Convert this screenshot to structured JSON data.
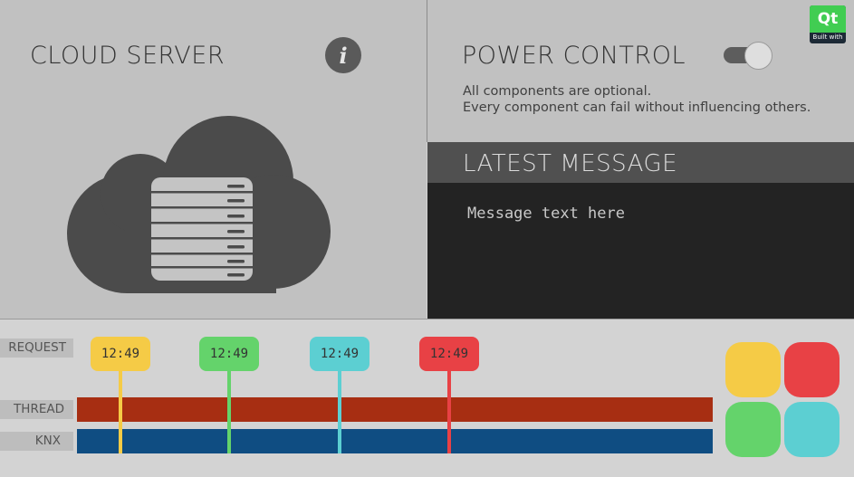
{
  "left_panel": {
    "title": "CLOUD SERVER",
    "info_label": "i"
  },
  "right_panel": {
    "title": "POWER CONTROL",
    "toggle_state": "on",
    "description_line1": "All components are optional.",
    "description_line2": "Every component can fail without influencing others."
  },
  "qt_badge": {
    "logo": "Qt",
    "subtitle": "Built with"
  },
  "latest_message": {
    "title": "LATEST MESSAGE",
    "text": "Message text here"
  },
  "timeline": {
    "row_labels": {
      "request": "REQUEST",
      "thread": "THREAD",
      "knx": "KNX"
    },
    "markers": [
      {
        "time": "12:49",
        "color": "#f5cb46"
      },
      {
        "time": "12:49",
        "color": "#64d36b"
      },
      {
        "time": "12:49",
        "color": "#5ccfd2"
      },
      {
        "time": "12:49",
        "color": "#e84145"
      }
    ],
    "colors": {
      "thread": "#a72e12",
      "knx": "#0f4d82"
    }
  },
  "color_buttons": [
    {
      "name": "yellow",
      "color": "#f5cb46"
    },
    {
      "name": "red",
      "color": "#e84145"
    },
    {
      "name": "green",
      "color": "#64d36b"
    },
    {
      "name": "cyan",
      "color": "#5ccfd2"
    }
  ]
}
